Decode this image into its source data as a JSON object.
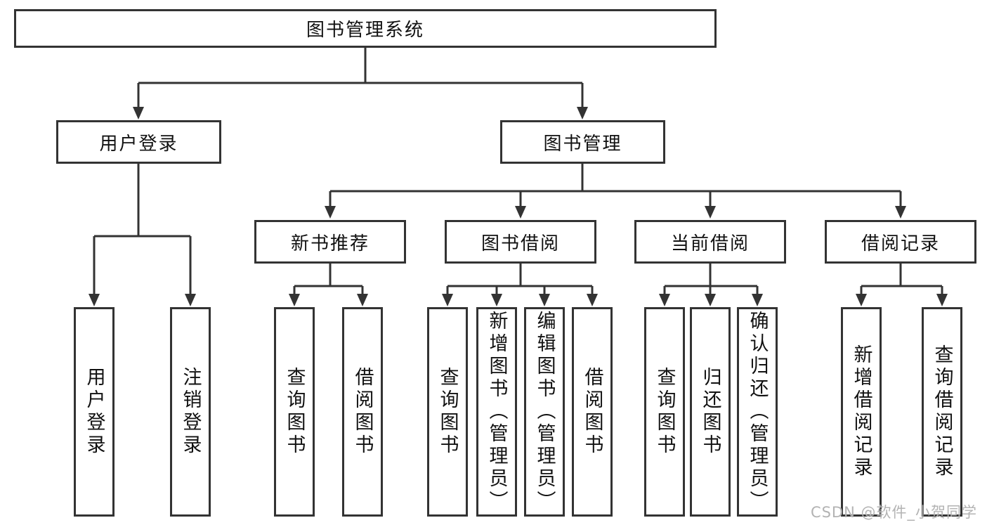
{
  "diagram": {
    "title": "图书管理系统",
    "colors": {
      "line": "#333333",
      "box_border": "#333333",
      "text": "#111111",
      "background": "#ffffff",
      "watermark": "#b3b3b3"
    },
    "root": {
      "label": "图书管理系统"
    },
    "branches": [
      {
        "label": "用户登录",
        "children": [
          {
            "label": "用户登录"
          },
          {
            "label": "注销登录"
          }
        ]
      },
      {
        "label": "图书管理",
        "children": [
          {
            "label": "新书推荐",
            "children": [
              {
                "label": "查询图书"
              },
              {
                "label": "借阅图书"
              }
            ]
          },
          {
            "label": "图书借阅",
            "children": [
              {
                "label": "查询图书"
              },
              {
                "label": "新增图书（管理员）"
              },
              {
                "label": "编辑图书（管理员）"
              },
              {
                "label": "借阅图书"
              }
            ]
          },
          {
            "label": "当前借阅",
            "children": [
              {
                "label": "查询图书"
              },
              {
                "label": "归还图书"
              },
              {
                "label": "确认归还（管理员）"
              }
            ]
          },
          {
            "label": "借阅记录",
            "children": [
              {
                "label": "新增借阅记录"
              },
              {
                "label": "查询借阅记录"
              }
            ]
          }
        ]
      }
    ],
    "watermark": "CSDN @软件_小贺同学"
  }
}
